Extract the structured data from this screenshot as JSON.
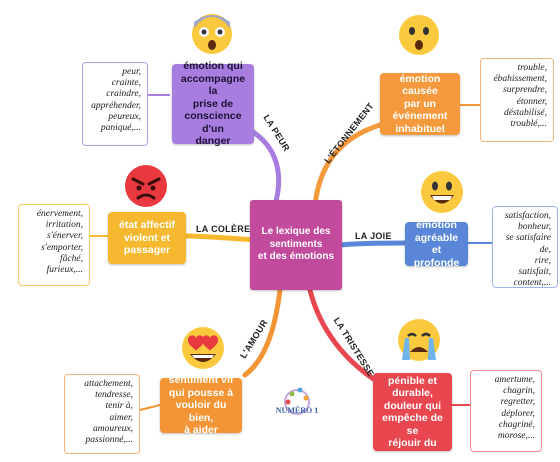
{
  "center": {
    "title": "Le lexique des\nsentiments\net des émotions"
  },
  "branches": {
    "peur": {
      "label": "LA PEUR",
      "definition": "émotion qui\naccompagne la\nprise de\nconscience d'un\ndanger",
      "words": "peur,\ncrainte,\ncraindre,\nappréhender,\npeureux,\npaniqué,...",
      "color": "#a77ee0",
      "emoji": "fearful-face-icon"
    },
    "etonnement": {
      "label": "L'ÉTONNEMENT",
      "definition": "émotion causée\npar un\névénement\ninhabituel",
      "words": "trouble,\nébahissement,\nsurprendre,\nétonner,\ndéstabilisé,\ntroublé,...",
      "color": "#f59a3c",
      "emoji": "surprised-face-icon"
    },
    "colere": {
      "label": "LA COLÈRE",
      "definition": "état affectif\nviolent et\npassager",
      "words": "énervement,\nirritation,\ns'énerver,\ns'emporter,\nfâché,\nfurieux,...",
      "color": "#f5b82e",
      "emoji": "angry-face-icon"
    },
    "joie": {
      "label": "LA JOIE",
      "definition": "émotion\nagréable et\nprofonde",
      "words": "satisfaction,\nbonheur,\nse satisfaire de,\nrire,\nsatisfait,\ncontent,...",
      "color": "#5a86d8",
      "emoji": "grinning-face-icon"
    },
    "amour": {
      "label": "L'AMOUR",
      "definition": "sentiment vif\nqui pousse à\nvouloir du bien,\nà aider",
      "words": "attachement,\ntendresse,\ntenir à,\naimer,\namoureux,\npassionné,...",
      "color": "#f39435",
      "emoji": "heart-eyes-face-icon"
    },
    "tristesse": {
      "label": "LA TRISTESSE",
      "definition": "État affectif\npénible et\ndurable,\ndouleur qui\nempêche de se\nréjouir du reste",
      "words": "amertume,\nchagrin,\nregretter,\ndéplorer,\nchagriné,\nmorose,...",
      "color": "#e9474f",
      "emoji": "crying-face-icon"
    }
  },
  "logo": {
    "text": "NUMÉRO 1"
  },
  "colors": {
    "center": "#c14a9c",
    "note_border": "#e8a0a8"
  }
}
